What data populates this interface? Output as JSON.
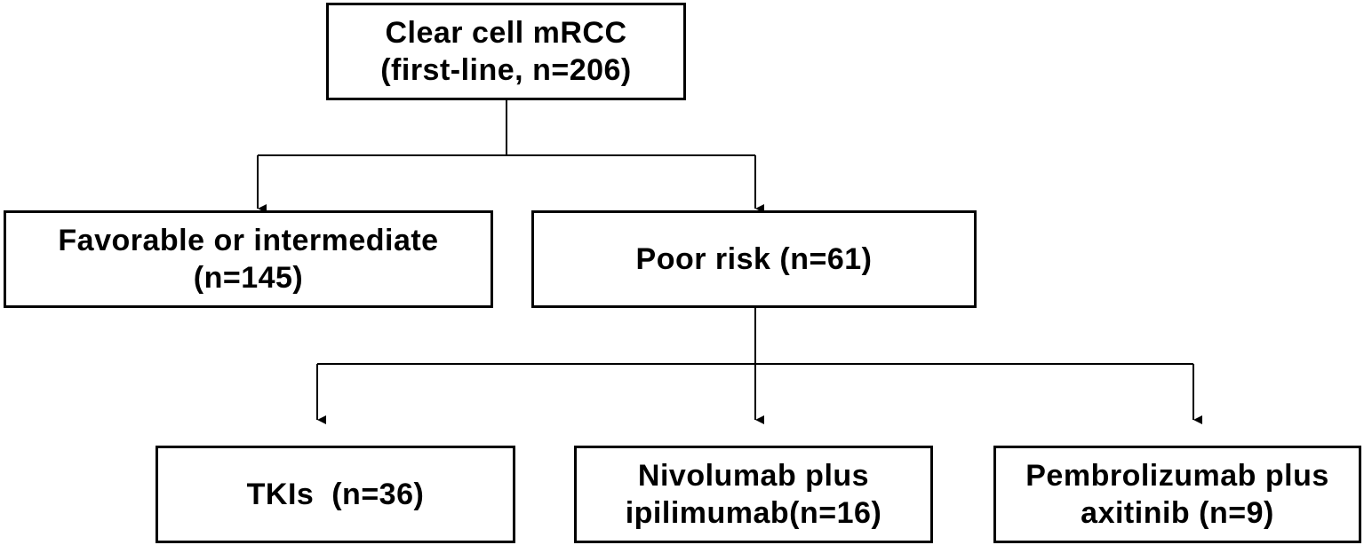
{
  "diagram": {
    "colors": {
      "stroke": "#000000",
      "fill": "#ffffff",
      "text": "#000000"
    },
    "nodes": {
      "root": {
        "line1": "Clear cell mRCC",
        "line2": "(first-line, n=206)"
      },
      "fav": {
        "line1": "Favorable or intermediate",
        "line2": "(n=145)"
      },
      "poor": {
        "line1": "Poor risk (n=61)"
      },
      "tki": {
        "line1": "TKIs  (n=36)"
      },
      "nivo": {
        "line1": "Nivolumab plus",
        "line2": "ipilimumab(n=16)"
      },
      "pembro": {
        "line1": "Pembrolizumab plus",
        "line2": "axitinib (n=9)"
      }
    },
    "edges": [
      {
        "from": "root",
        "to": "fav"
      },
      {
        "from": "root",
        "to": "poor"
      },
      {
        "from": "poor",
        "to": "tki"
      },
      {
        "from": "poor",
        "to": "nivo"
      },
      {
        "from": "poor",
        "to": "pembro"
      }
    ]
  }
}
